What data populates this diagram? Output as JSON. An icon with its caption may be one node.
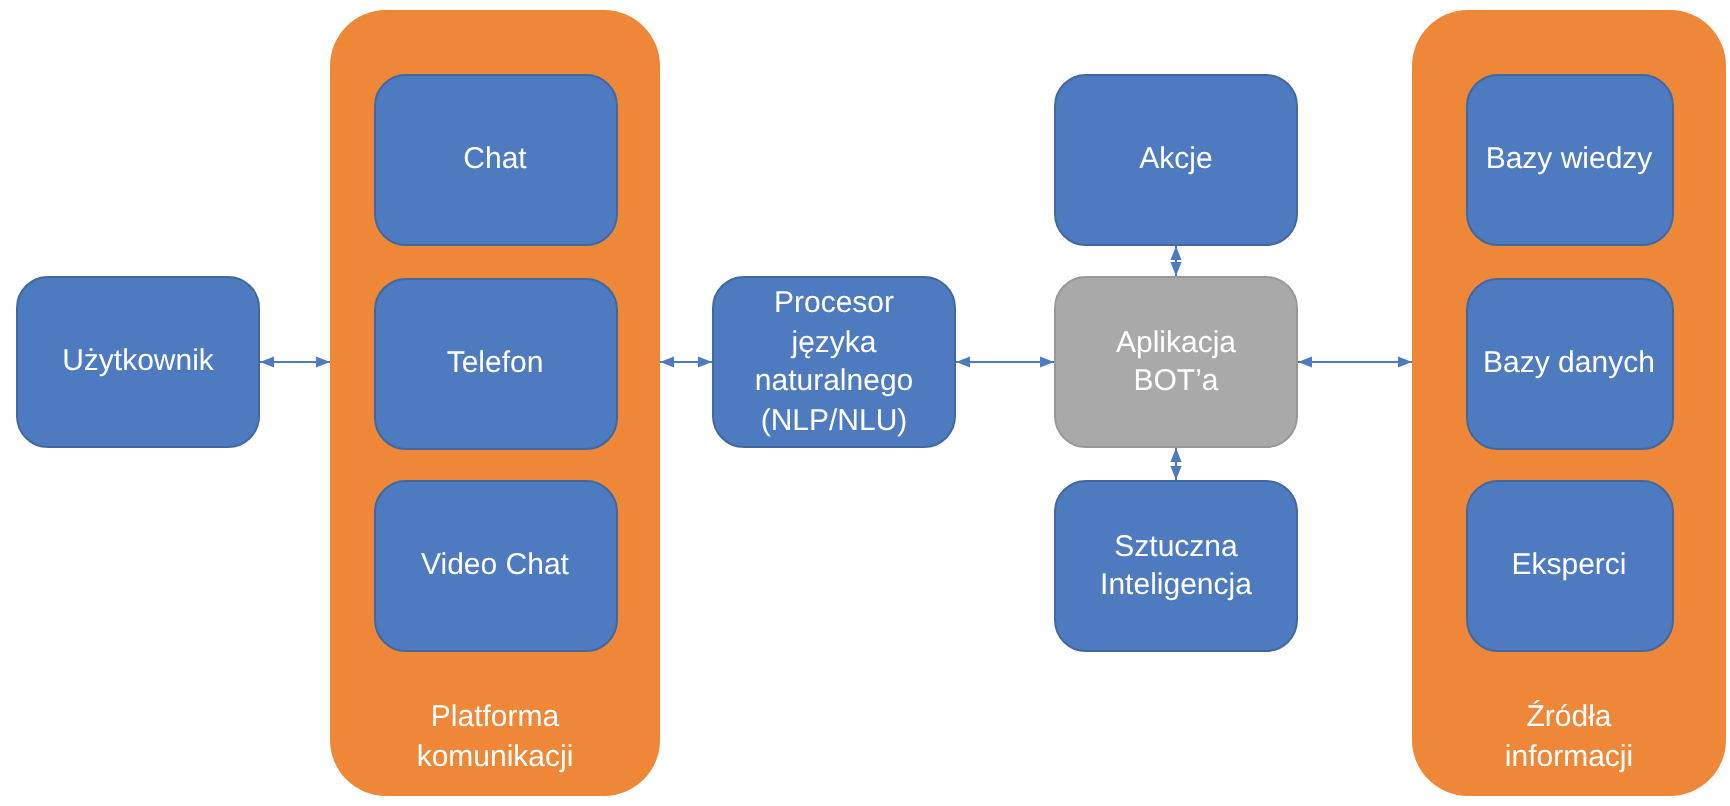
{
  "diagram": {
    "nodes": [
      {
        "text": [
          "Użytkownik"
        ]
      },
      {
        "text": [
          "Platforma komunikacji"
        ]
      },
      {
        "text": [
          "Chat"
        ],
        "in": 1
      },
      {
        "text": [
          "Telefon"
        ],
        "in": 1
      },
      {
        "text": [
          "Video Chat"
        ],
        "in": 1
      },
      {
        "text": [
          "Procesor języka naturalnego (NLP/NLU)"
        ]
      },
      {
        "text": [
          "Akcje"
        ]
      },
      {
        "text": [
          "Aplikacja BOT’a"
        ]
      },
      {
        "text": [
          "Sztuczna Inteligencja"
        ]
      },
      {
        "text": [
          "Źródła informacji"
        ]
      },
      {
        "text": [
          "Bazy wiedzy"
        ],
        "in": 9
      },
      {
        "text": [
          "Bazy danych"
        ],
        "in": 9
      },
      {
        "text": [
          "Eksperci"
        ],
        "in": 9
      }
    ],
    "edges": [
      {
        "from": 0,
        "to": 1,
        "arrow": "both"
      },
      {
        "from": 1,
        "to": 5,
        "arrow": "both"
      },
      {
        "from": 5,
        "to": 7,
        "arrow": "both"
      },
      {
        "from": 7,
        "to": 9,
        "arrow": "both"
      },
      {
        "from": 7,
        "to": 6,
        "arrow": "both"
      },
      {
        "from": 7,
        "to": 8,
        "arrow": "both"
      }
    ]
  }
}
